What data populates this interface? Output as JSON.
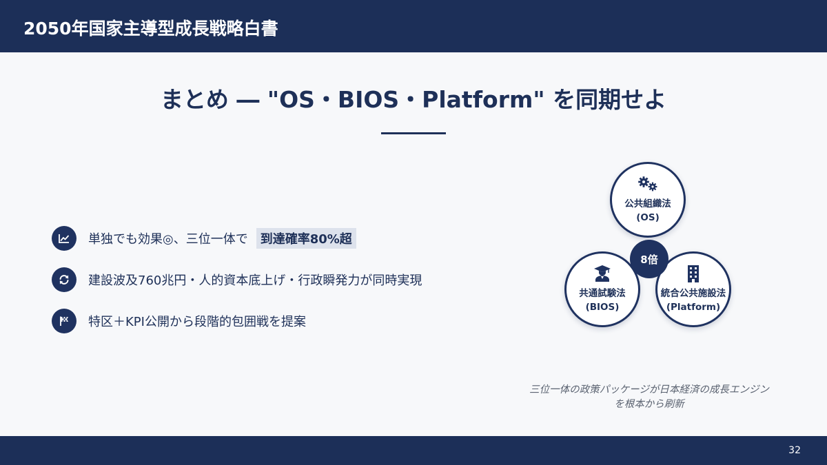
{
  "header": {
    "title": "2050年国家主導型成長戦略白書"
  },
  "slide": {
    "title": "まとめ ― \"OS・BIOS・Platform\" を同期せよ"
  },
  "bullets": [
    {
      "icon": "chart-line-icon",
      "text": "単独でも効果◎、三位一体で",
      "highlight": "到達確率80%超"
    },
    {
      "icon": "sync-icon",
      "text": "建設波及760兆円・人的資本底上げ・行政瞬発力が同時実現"
    },
    {
      "icon": "flag-checkered-icon",
      "text": "特区＋KPI公開から段階的包囲戦を提案"
    }
  ],
  "diagram": {
    "center_label": "8倍",
    "circles": [
      {
        "icon": "gears-icon",
        "name": "公共組織法",
        "sub": "(OS)"
      },
      {
        "icon": "graduate-icon",
        "name": "共通試験法",
        "sub": "(BIOS)"
      },
      {
        "icon": "building-icon",
        "name": "統合公共施設法",
        "sub": "(Platform)"
      }
    ]
  },
  "caption": {
    "line1": "三位一体の政策パッケージが日本経済の成長エンジン",
    "line2": "を根本から刷新"
  },
  "footer": {
    "page_number": "32"
  },
  "colors": {
    "navy": "#1c2f58",
    "background": "#f7f8fa",
    "highlight_bg": "#dde2ec",
    "caption_text": "#5a6270"
  }
}
